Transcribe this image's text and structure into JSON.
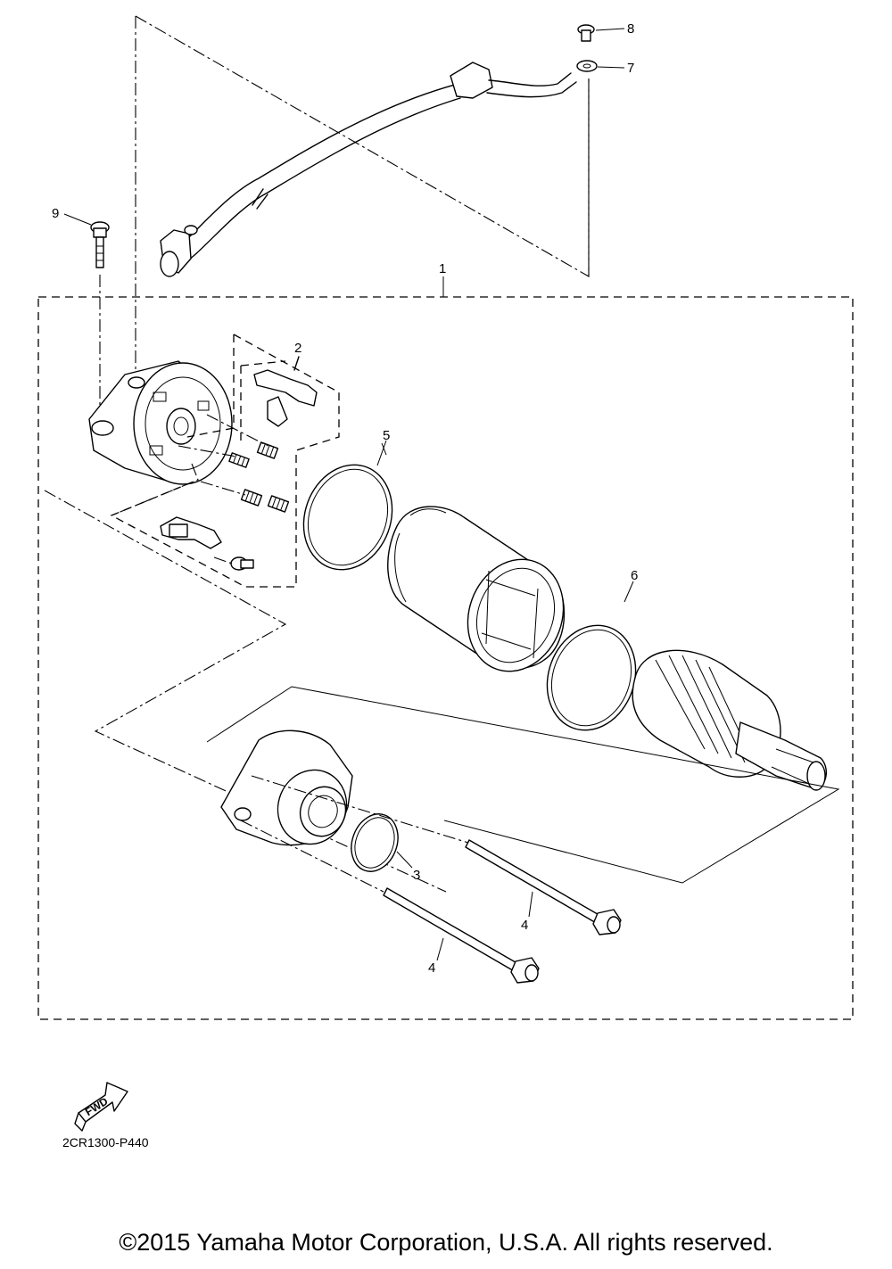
{
  "callouts": {
    "c1": "1",
    "c2": "2",
    "c3": "3",
    "c4a": "4",
    "c4b": "4",
    "c5": "5",
    "c6": "6",
    "c7": "7",
    "c8": "8",
    "c9": "9"
  },
  "diagram_code": "2CR1300-P440",
  "fwd_label": "FWD",
  "copyright": "©2015 Yamaha Motor Corporation, U.S.A. All rights reserved."
}
